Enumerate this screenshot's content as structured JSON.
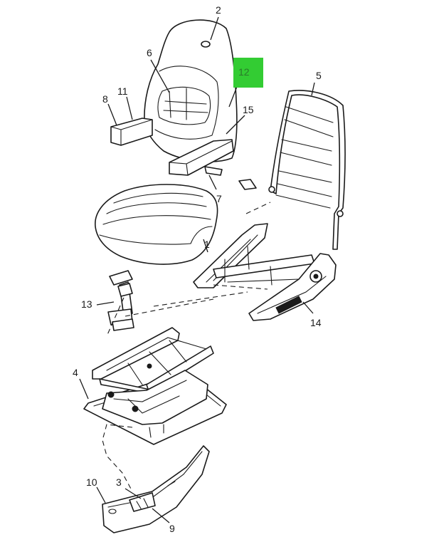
{
  "diagram": {
    "callouts": [
      {
        "id": "c1",
        "label": "1"
      },
      {
        "id": "c2",
        "label": "2"
      },
      {
        "id": "c3",
        "label": "3"
      },
      {
        "id": "c4",
        "label": "4"
      },
      {
        "id": "c5",
        "label": "5"
      },
      {
        "id": "c6",
        "label": "6"
      },
      {
        "id": "c7",
        "label": "7"
      },
      {
        "id": "c8",
        "label": "8"
      },
      {
        "id": "c9",
        "label": "9"
      },
      {
        "id": "c10",
        "label": "10"
      },
      {
        "id": "c11",
        "label": "11"
      },
      {
        "id": "c12",
        "label": "12"
      },
      {
        "id": "c13",
        "label": "13"
      },
      {
        "id": "c14",
        "label": "14"
      },
      {
        "id": "c15",
        "label": "15"
      }
    ],
    "highlight": {
      "label": "12",
      "color": "#33cc33"
    },
    "line_color": "#1a1a1a"
  }
}
